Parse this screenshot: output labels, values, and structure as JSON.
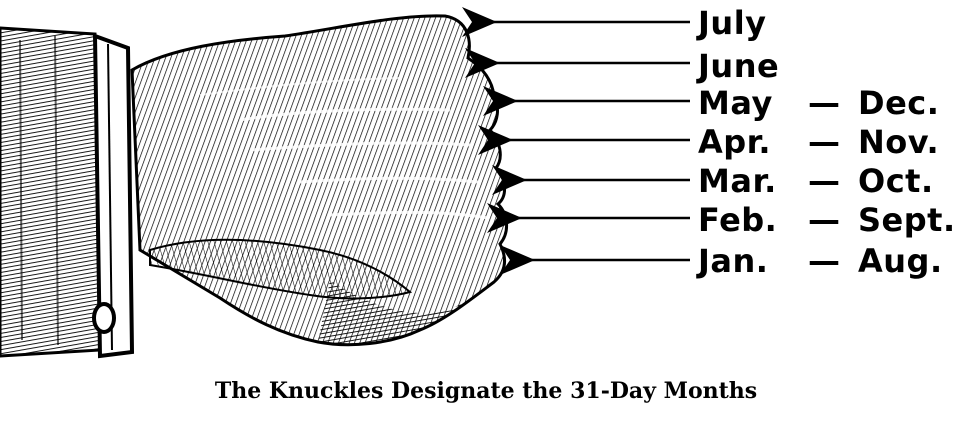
{
  "caption": "The Knuckles Designate the 31-Day Months",
  "rows": [
    {
      "left": "July",
      "dash": "",
      "right": ""
    },
    {
      "left": "June",
      "dash": "",
      "right": ""
    },
    {
      "left": "May",
      "dash": "—",
      "right": "Dec."
    },
    {
      "left": "Apr.",
      "dash": "—",
      "right": "Nov."
    },
    {
      "left": "Mar.",
      "dash": "—",
      "right": "Oct."
    },
    {
      "left": "Feb.",
      "dash": "—",
      "right": "Sept."
    },
    {
      "left": "Jan.",
      "dash": "—",
      "right": "Aug."
    }
  ],
  "illustration": {
    "subject": "fist-in-sleeve",
    "ink_color": "#000000",
    "paper_color": "#ffffff"
  }
}
